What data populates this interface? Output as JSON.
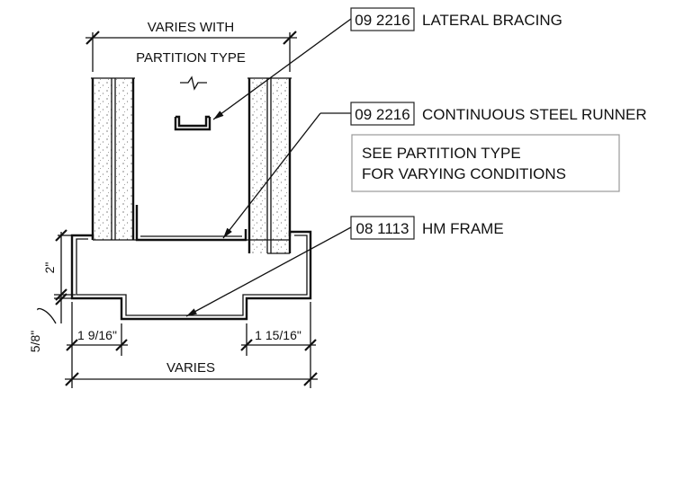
{
  "dims": {
    "top_line1": "VARIES WITH",
    "top_line2": "PARTITION TYPE",
    "two_inch": "2\"",
    "five_eighths": "5/8\"",
    "left_offset": "1 9/16\"",
    "right_offset": "1 15/16\"",
    "bottom": "VARIES"
  },
  "callouts": [
    {
      "code": "09 2216",
      "label": "LATERAL BRACING"
    },
    {
      "code": "09 2216",
      "label": "CONTINUOUS STEEL RUNNER"
    },
    {
      "code": "08 1113",
      "label": "HM FRAME"
    }
  ],
  "note": {
    "line1": "SEE PARTITION TYPE",
    "line2": "FOR VARYING CONDITIONS"
  }
}
